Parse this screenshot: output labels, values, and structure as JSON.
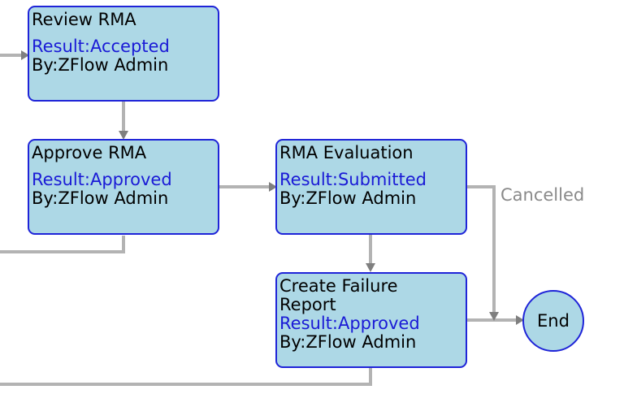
{
  "colors": {
    "node_fill": "#add8e6",
    "node_border": "#1f24d8",
    "result_text": "#1a1ad6",
    "edge": "#b3b3b3",
    "arrowhead": "#7f7f7f",
    "edge_label": "#8a8a8a"
  },
  "nodes": {
    "review_rma": {
      "title": "Review RMA",
      "result": "Result:Accepted",
      "by": "By:ZFlow Admin"
    },
    "approve_rma": {
      "title": "Approve RMA",
      "result": "Result:Approved",
      "by": "By:ZFlow Admin"
    },
    "rma_evaluation": {
      "title": "RMA Evaluation",
      "result": "Result:Submitted",
      "by": "By:ZFlow Admin"
    },
    "create_failure_report": {
      "title": "Create Failure Report",
      "result": "Result:Approved",
      "by": "By:ZFlow Admin"
    },
    "end": {
      "label": "End"
    }
  },
  "edge_labels": {
    "cancelled": "Cancelled"
  }
}
